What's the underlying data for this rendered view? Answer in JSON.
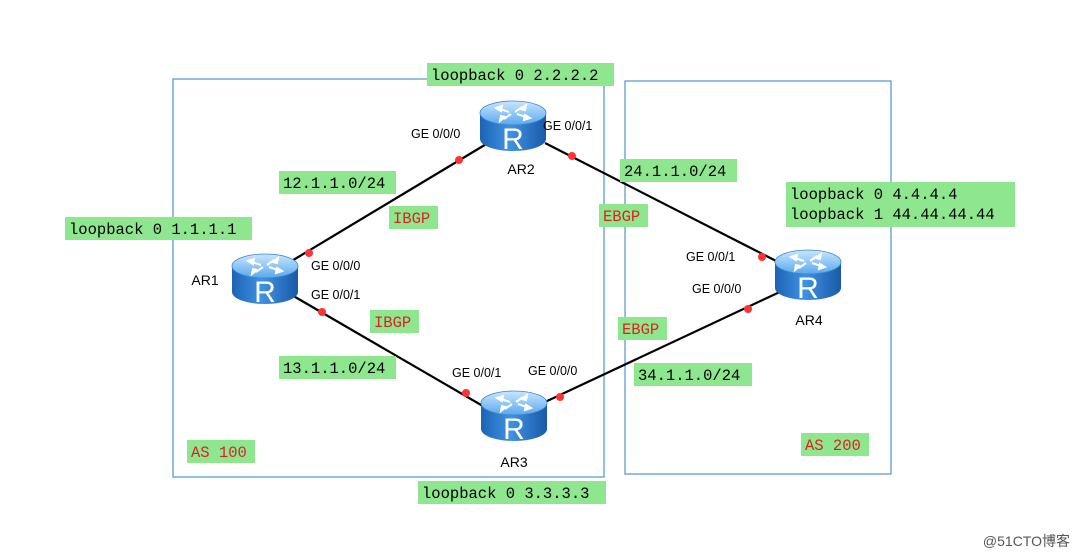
{
  "routers": {
    "ar1": {
      "name": "AR1",
      "glyph": "R",
      "loopbacks": [
        "loopback 0 1.1.1.1"
      ]
    },
    "ar2": {
      "name": "AR2",
      "glyph": "R",
      "loopbacks": [
        "loopback 0 2.2.2.2"
      ]
    },
    "ar3": {
      "name": "AR3",
      "glyph": "R",
      "loopbacks": [
        "loopback 0 3.3.3.3"
      ]
    },
    "ar4": {
      "name": "AR4",
      "glyph": "R",
      "loopbacks": [
        "loopback 0 4.4.4.4",
        "loopback 1 44.44.44.44"
      ]
    }
  },
  "links": {
    "ar1_ar2": {
      "subnet": "12.1.1.0/24",
      "protocol": "IBGP",
      "port_a": "GE 0/0/0",
      "port_b": "GE 0/0/0"
    },
    "ar1_ar3": {
      "subnet": "13.1.1.0/24",
      "protocol": "IBGP",
      "port_a": "GE 0/0/1",
      "port_b": "GE 0/0/1"
    },
    "ar2_ar4": {
      "subnet": "24.1.1.0/24",
      "protocol": "EBGP",
      "port_a": "GE 0/0/1",
      "port_b": "GE 0/0/1"
    },
    "ar3_ar4": {
      "subnet": "34.1.1.0/24",
      "protocol": "EBGP",
      "port_a": "GE 0/0/0",
      "port_b": "GE 0/0/0"
    }
  },
  "as_areas": {
    "left": {
      "label": "AS 100"
    },
    "right": {
      "label": "AS 200"
    }
  },
  "watermark": "@51CTO博客",
  "colors": {
    "label_background": "#8ee68e",
    "protocol_text": "#e02020",
    "as_border": "#5b9bd5",
    "port_dot": "#ff3333",
    "router_blue": "#2f7fd0"
  },
  "icons": {
    "router": "router-icon"
  }
}
